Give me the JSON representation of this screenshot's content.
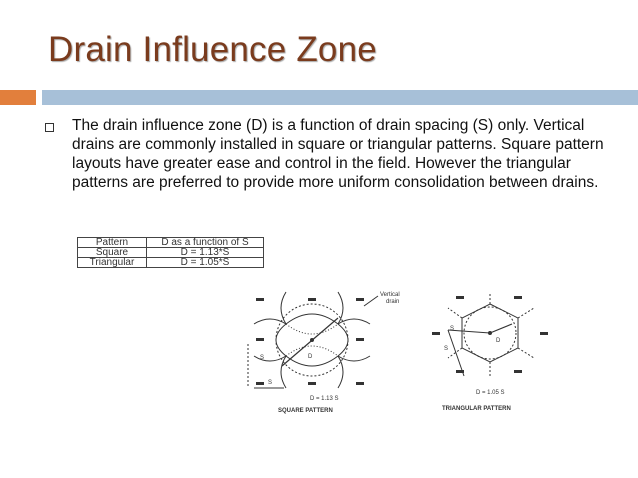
{
  "slide": {
    "title": "Drain Influence Zone",
    "bullet_text": "The drain influence zone (D) is a function of drain spacing (S) only. Vertical drains are commonly installed in square or triangular patterns. Square pattern layouts have greater ease and control in the field. However the triangular patterns are preferred to provide more uniform consolidation between drains.",
    "accent_colors": {
      "title": "#7a3b1d",
      "orange_bar": "#e27f3c",
      "blue_bar": "#a7c0d8"
    }
  },
  "table": {
    "headers": [
      "Pattern",
      "D as a function of S"
    ],
    "rows": [
      [
        "Square",
        "D = 1.13*S"
      ],
      [
        "Triangular",
        "D = 1.05*S"
      ]
    ]
  },
  "figure": {
    "square_caption": "SQUARE PATTERN",
    "square_formula": "D = 1.13 S",
    "triangular_caption": "TRIANGULAR PATTERN",
    "triangular_formula": "D = 1.05 S",
    "callout_line1": "Vertical",
    "callout_line2": "drain",
    "label_s": "S",
    "label_d": "D"
  }
}
